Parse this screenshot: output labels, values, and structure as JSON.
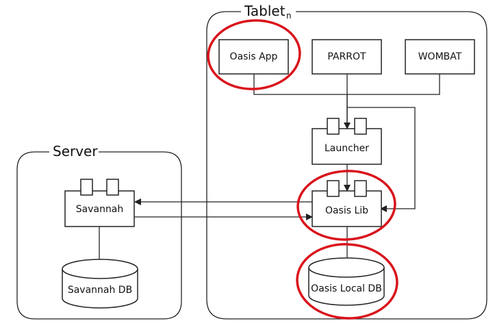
{
  "groups": {
    "tablet": {
      "label": "Tablet",
      "subscript": "n"
    },
    "server": {
      "label": "Server"
    }
  },
  "nodes": {
    "oasis_app": "Oasis App",
    "parrot": "PARROT",
    "wombat": "WOMBAT",
    "launcher": "Launcher",
    "oasis_lib": "Oasis Lib",
    "savannah": "Savannah",
    "savannah_db": "Savannah DB",
    "oasis_local_db": "Oasis Local DB"
  },
  "colors": {
    "line": "#222222",
    "highlight": "#d9131b",
    "background": "#ffffff"
  }
}
